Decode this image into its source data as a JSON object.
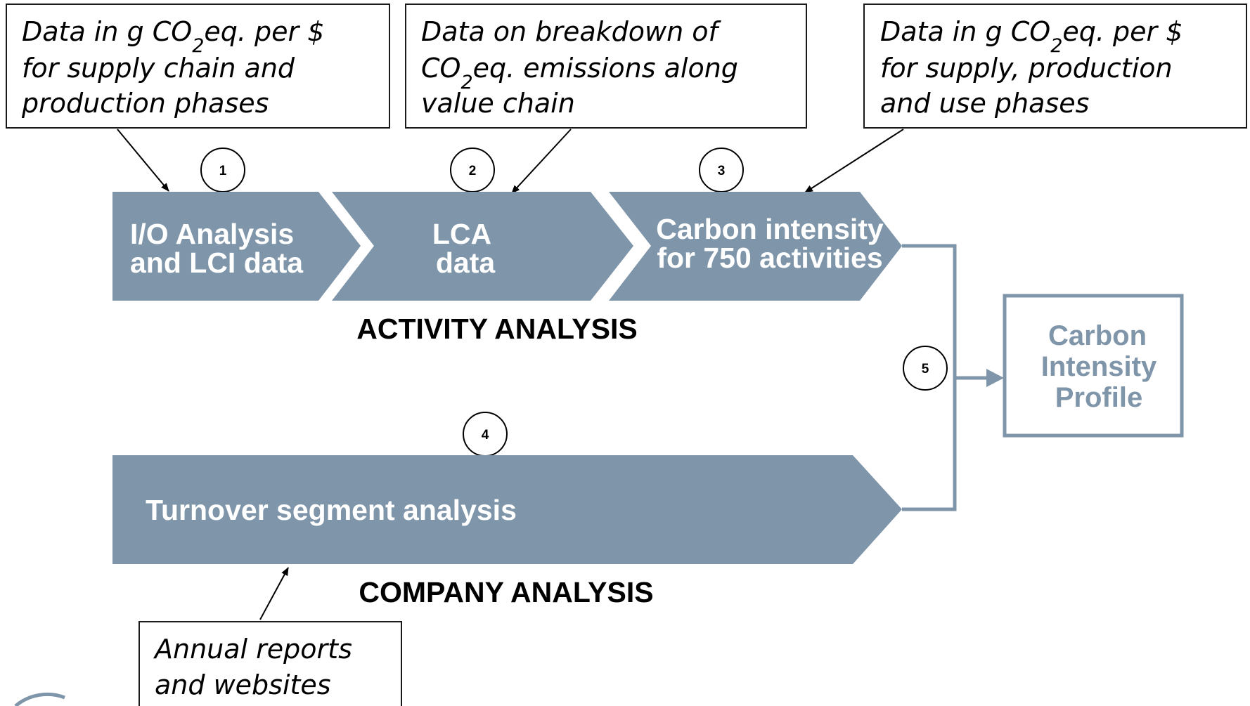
{
  "colors": {
    "chevron": "#7f95a9",
    "box_border": "#1a1a1a",
    "connector": "#7f95a9",
    "profile_border": "#7f95a9"
  },
  "notes": {
    "io": {
      "pre": "Data in g CO",
      "sub": "2",
      "post": "eq. per $",
      "line2": "for supply chain and",
      "line3": "production phases"
    },
    "lca": {
      "line1": "Data on breakdown of",
      "pre": "CO",
      "sub": "2",
      "post": "eq. emissions along",
      "line3": "value chain"
    },
    "carbon": {
      "pre": "Data in g CO",
      "sub": "2",
      "post": "eq. per $",
      "line2": "for supply, production",
      "line3": "and use phases"
    },
    "annual": {
      "line1": "Annual reports",
      "line2": "and websites"
    }
  },
  "steps": {
    "io": {
      "number": "1",
      "line1": "I/O Analysis",
      "line2": "and LCI data"
    },
    "lca": {
      "number": "2",
      "line1": "LCA",
      "line2": "data"
    },
    "carbon": {
      "number": "3",
      "line1": "Carbon intensity",
      "line2": "for 750 activities"
    },
    "turnover": {
      "number": "4",
      "label": "Turnover segment analysis"
    },
    "merge": {
      "number": "5"
    }
  },
  "sections": {
    "activity": "ACTIVITY ANALYSIS",
    "company": "COMPANY ANALYSIS"
  },
  "profile": {
    "line1": "Carbon",
    "line2": "Intensity",
    "line3": "Profile"
  }
}
